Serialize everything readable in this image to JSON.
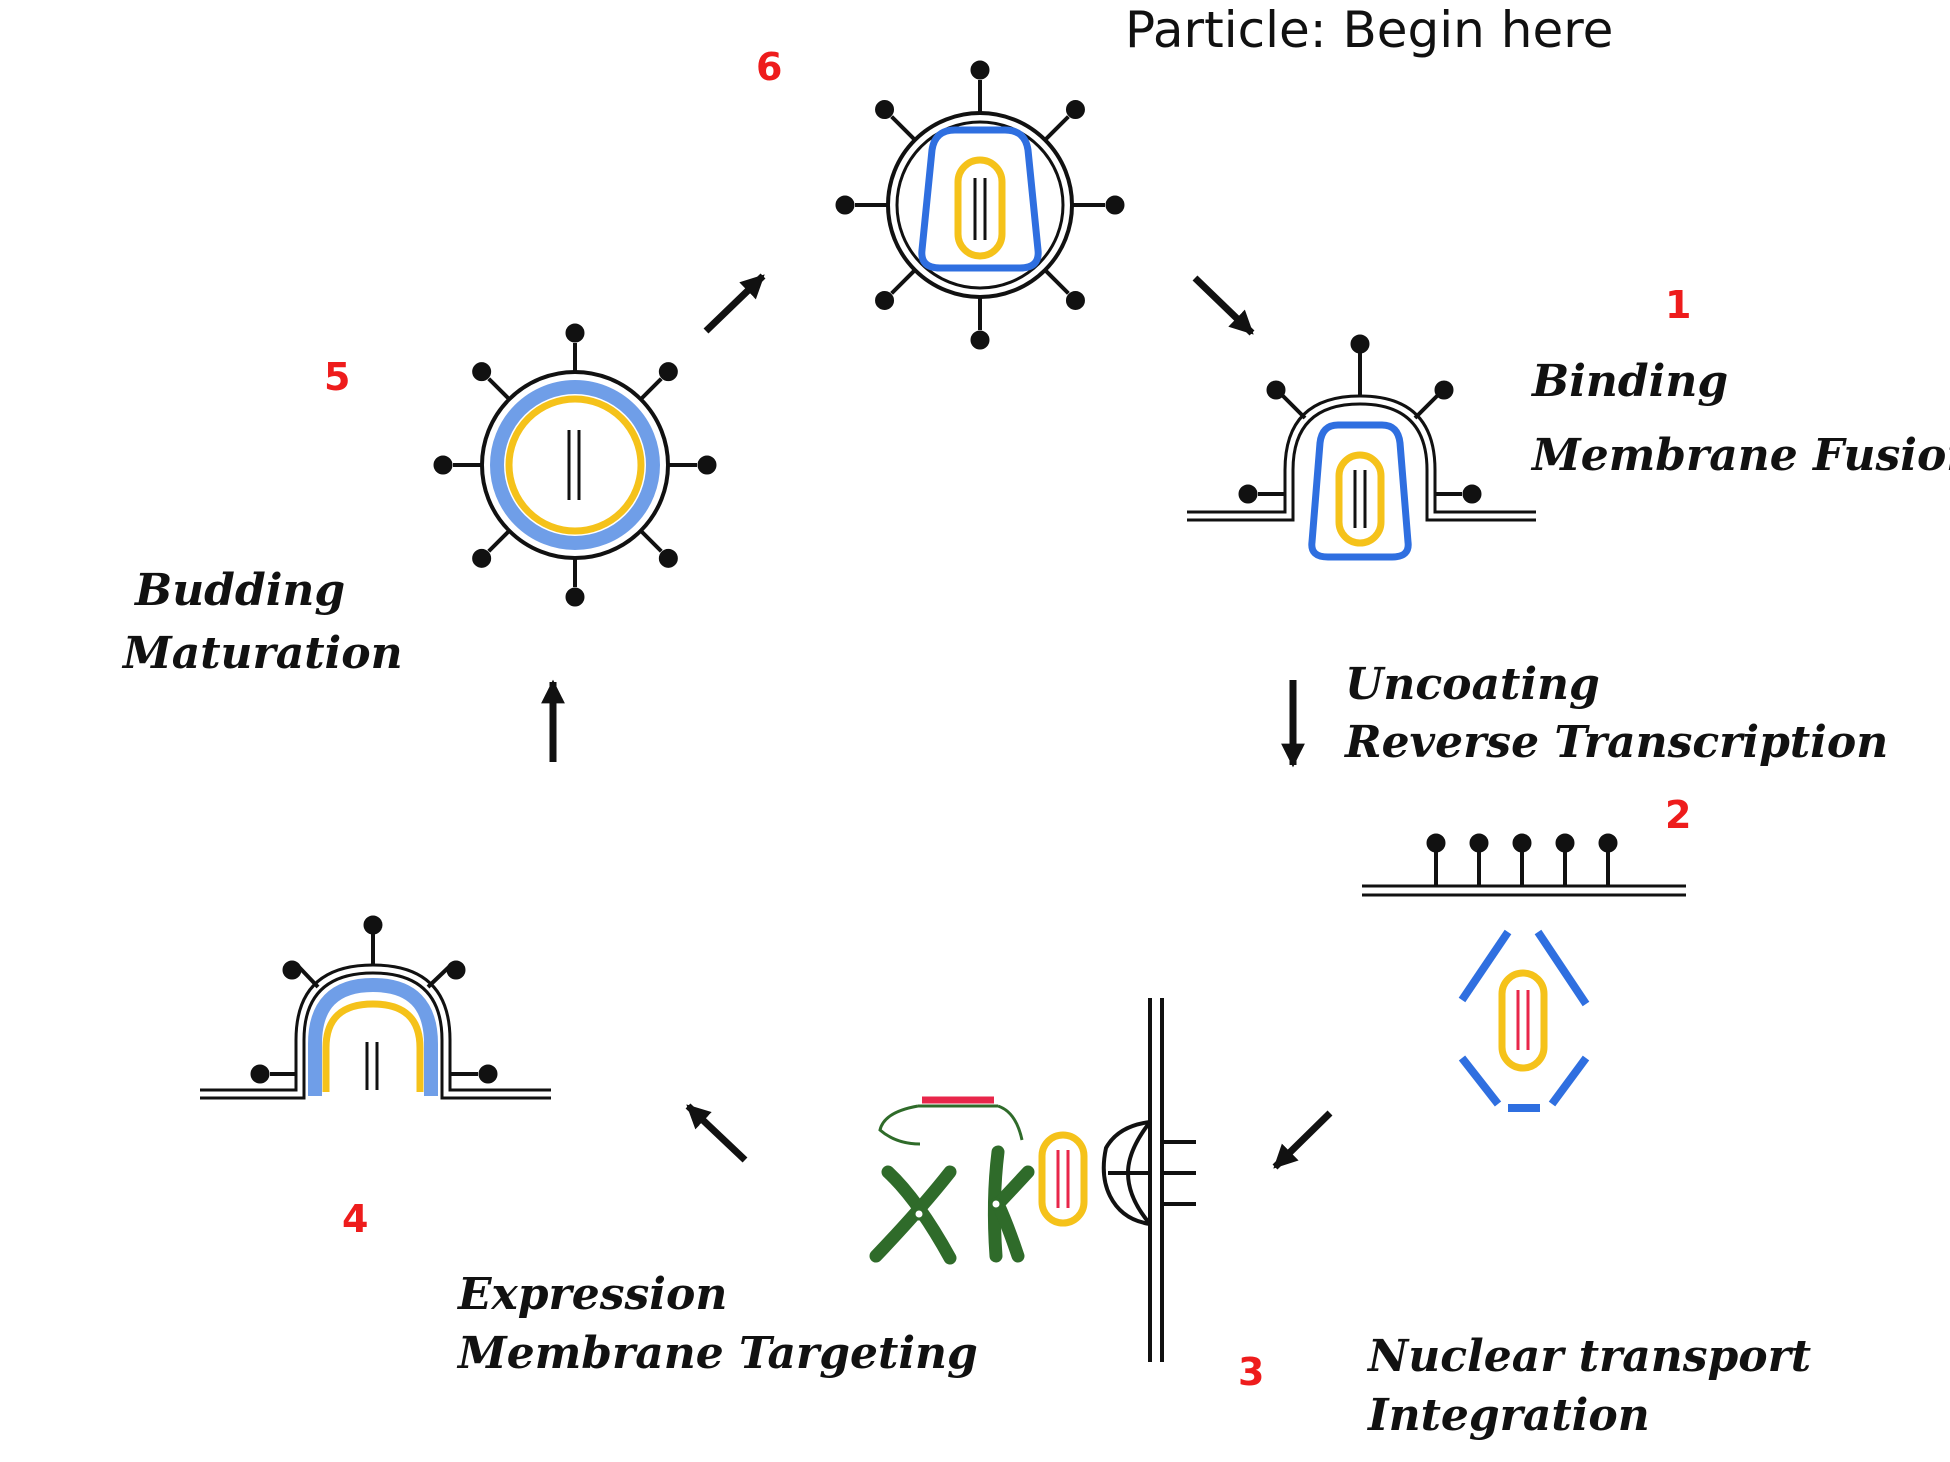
{
  "title": "Particle: Begin here",
  "colors": {
    "stroke": "#111111",
    "capsid_blue": "#2f6fe0",
    "capsid_fill": "#6f9ee8",
    "core_yellow": "#f5c21a",
    "rna_red": "#e8264a",
    "chromosome_green": "#2f6b2a",
    "step_number_red": "#ee1c1c"
  },
  "steps": [
    {
      "number": "1",
      "label_line1": "Binding",
      "label_line2": "Membrane Fusion"
    },
    {
      "number": "2",
      "label_line1": "Uncoating",
      "label_line2": "Reverse Transcription"
    },
    {
      "number": "3",
      "label_line1": "Nuclear transport",
      "label_line2": "Integration"
    },
    {
      "number": "4",
      "label_line1": "Expression",
      "label_line2": "Membrane Targeting"
    },
    {
      "number": "5",
      "label_line1": "Budding",
      "label_line2": "Maturation"
    },
    {
      "number": "6"
    }
  ]
}
